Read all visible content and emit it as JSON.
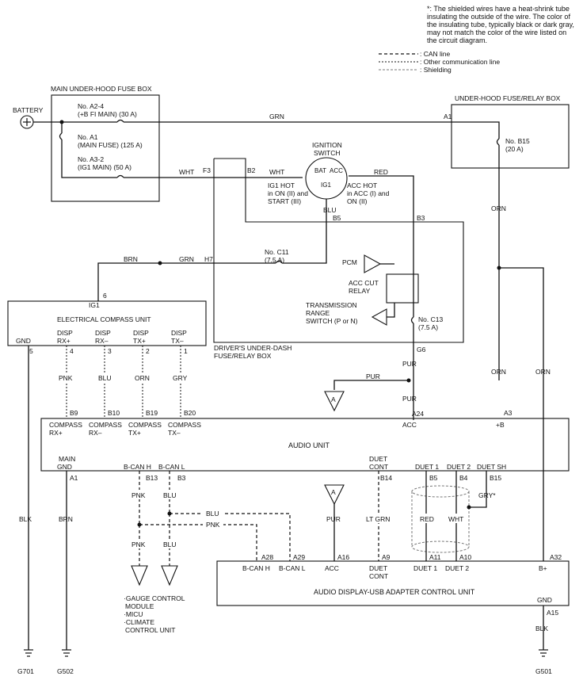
{
  "notes": {
    "asterisk_note": "*: The shielded wires have a heat-shrink tube insulating the outside of the wire. The color of the insulating tube, typically black or dark gray, may not match the color of the wire listed on the circuit diagram.",
    "legend": [
      ": CAN line",
      ": Other communication line",
      ": Shielding"
    ]
  },
  "labels": {
    "battery": "BATTERY",
    "main_fuse_box": "MAIN UNDER-HOOD FUSE BOX",
    "fuse_a24_name": "No. A2-4",
    "fuse_a24_desc": "(+B FI MAIN) (30 A)",
    "fuse_a1_name": "No. A1",
    "fuse_a1_desc": "(MAIN FUSE) (125 A)",
    "fuse_a32_name": "No. A3-2",
    "fuse_a32_desc": "(IG1 MAIN) (50 A)",
    "relay_box": "UNDER-HOOD FUSE/RELAY BOX",
    "fuse_b15_name": "No. B15",
    "fuse_b15_desc": "(20 A)",
    "ignition_switch_1": "IGNITION",
    "ignition_switch_2": "SWITCH",
    "bat": "BAT",
    "acc": "ACC",
    "ig1": "IG1",
    "ig1_hot_1": "IG1 HOT",
    "ig1_hot_2": "in ON (II) and",
    "ig1_hot_3": "START (III)",
    "acc_hot_1": "ACC HOT",
    "acc_hot_2": "in ACC (I) and",
    "acc_hot_3": "ON (II)",
    "fuse_c11_name": "No. C11",
    "fuse_c11_desc": "(7.5 A)",
    "pcm": "PCM",
    "acc_cut_relay_1": "ACC CUT",
    "acc_cut_relay_2": "RELAY",
    "trans_1": "TRANSMISSION",
    "trans_2": "RANGE",
    "trans_3": "SWITCH (P or N)",
    "fuse_c13_name": "No. C13",
    "fuse_c13_desc": "(7.5 A)",
    "underdash_1": "DRIVER'S UNDER-DASH",
    "underdash_2": "FUSE/RELAY BOX",
    "compass_unit": "ELECTRICAL COMPASS UNIT",
    "audio_unit": "AUDIO UNIT",
    "adapter_unit": "AUDIO DISPLAY-USB ADAPTER CONTROL UNIT",
    "gauge_1": "·GAUGE CONTROL",
    "gauge_2": "MODULE",
    "gauge_3": "·MICU",
    "gauge_4": "·CLIMATE",
    "gauge_5": "CONTROL UNIT",
    "g701": "G701",
    "g502": "G502",
    "g501": "G501",
    "ref_a": "A"
  },
  "wires": {
    "grn": "GRN",
    "wht": "WHT",
    "red": "RED",
    "blu": "BLU",
    "brn": "BRN",
    "orn": "ORN",
    "pur": "PUR",
    "pnk": "PNK",
    "gry": "GRY",
    "blk": "BLK",
    "lt_grn": "LT GRN",
    "gry_star": "GRY*"
  },
  "pins": {
    "a1": "A1",
    "f3": "F3",
    "b2": "B2",
    "b5": "B5",
    "b3": "B3",
    "h7": "H7",
    "g6": "G6",
    "p6": "6",
    "ig1": "IG1",
    "p5": "5",
    "p4": "4",
    "p3": "3",
    "p2": "2",
    "p1": "1",
    "b9": "B9",
    "b10": "B10",
    "b19": "B19",
    "b20": "B20",
    "a24": "A24",
    "a3": "A3",
    "b13": "B13",
    "b14": "B14",
    "b5b": "B5",
    "b4": "B4",
    "b15": "B15",
    "a28": "A28",
    "a29": "A29",
    "a16": "A16",
    "a9": "A9",
    "a11": "A11",
    "a10": "A10",
    "a32": "A32",
    "a15": "A15"
  },
  "compass_terms": {
    "gnd": "GND",
    "rxp_1": "DISP",
    "rxp_2": "RX+",
    "rxm_1": "DISP",
    "rxm_2": "RX–",
    "txp_1": "DISP",
    "txp_2": "TX+",
    "txm_1": "DISP",
    "txm_2": "TX–"
  },
  "audio_terms": {
    "c_rxp_1": "COMPASS",
    "c_rxp_2": "RX+",
    "c_rxm_1": "COMPASS",
    "c_rxm_2": "RX–",
    "c_txp_1": "COMPASS",
    "c_txp_2": "TX+",
    "c_txm_1": "COMPASS",
    "c_txm_2": "TX–",
    "acc": "ACC",
    "plus_b": "+B",
    "main_gnd_1": "MAIN",
    "main_gnd_2": "GND",
    "bcan_h": "B-CAN H",
    "bcan_l": "B-CAN L",
    "duet_cont_1": "DUET",
    "duet_cont_2": "CONT",
    "duet1": "DUET 1",
    "duet2": "DUET 2",
    "duet_sh": "DUET SH"
  },
  "adapter_terms": {
    "bcan_h": "B-CAN H",
    "bcan_l": "B-CAN L",
    "acc": "ACC",
    "duet_cont_1": "DUET",
    "duet_cont_2": "CONT",
    "duet1": "DUET 1",
    "duet2": "DUET 2",
    "bplus": "B+",
    "gnd": "GND"
  }
}
